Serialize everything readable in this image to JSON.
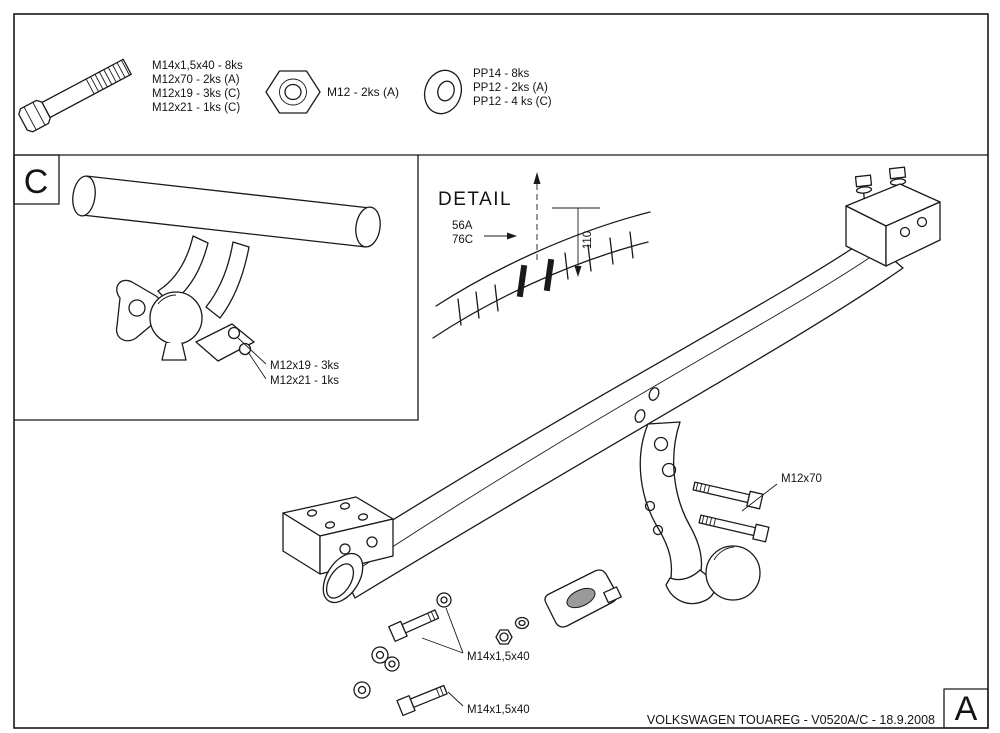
{
  "colors": {
    "line": "#1a1a1a",
    "background": "#ffffff"
  },
  "parts_list": {
    "bolt_labels": [
      "M14x1,5x40 - 8ks",
      "M12x70 - 2ks (A)",
      "M12x19 - 3ks (C)",
      "M12x21 - 1ks (C)"
    ],
    "nut_label": "M12 - 2ks (A)",
    "washer_labels": [
      "PP14 - 8ks",
      "PP12 - 2ks (A)",
      "PP12 - 4 ks (C)"
    ]
  },
  "inset": {
    "section_label": "C",
    "callouts": [
      "M12x19 - 3ks",
      "M12x21 - 1ks"
    ]
  },
  "detail": {
    "title": "DETAIL",
    "dim_width_top": "56A",
    "dim_width_bottom": "76C",
    "dim_height": "110"
  },
  "assembly": {
    "callout_bolt_right": "M12x70",
    "callout_bolt_bottom_1": "M14x1,5x40",
    "callout_bolt_bottom_2": "M14x1,5x40"
  },
  "footer": {
    "title_block": "VOLKSWAGEN TOUAREG - V0520A/C - 18.9.2008",
    "revision_label": "A"
  }
}
